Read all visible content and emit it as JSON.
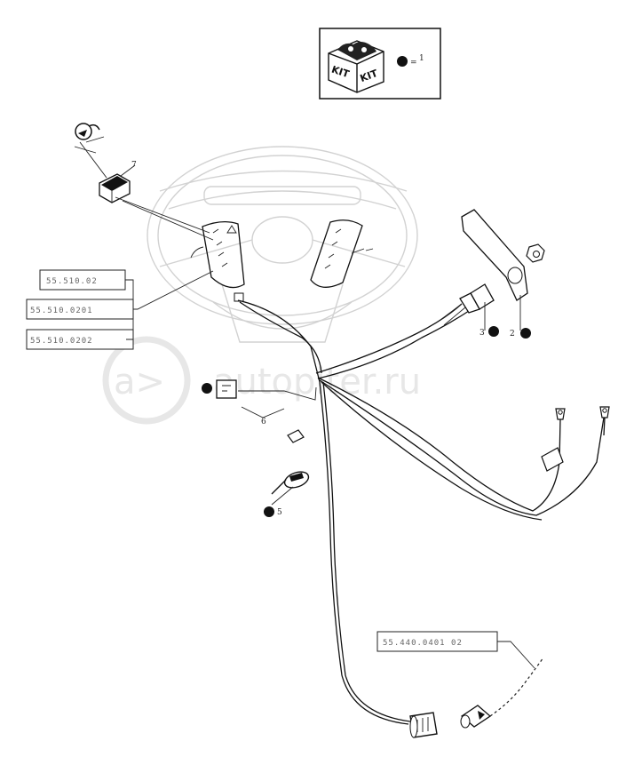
{
  "kit_box": {
    "label_left": "KIT",
    "label_right": "KIT",
    "equals": "=",
    "callout": "1"
  },
  "watermark": {
    "text": "autopiter.ru",
    "logo": "a>"
  },
  "refs": [
    {
      "id": "ref-1",
      "text": "55.510.02"
    },
    {
      "id": "ref-2",
      "text": "55.510.0201"
    },
    {
      "id": "ref-3",
      "text": "55.510.0202"
    },
    {
      "id": "ref-4",
      "text": "55.440.0401 02"
    }
  ],
  "callouts": {
    "switch": "7",
    "bracket": "2",
    "connector": "3",
    "relay": "6",
    "clip": "5"
  },
  "icons": [
    "kit-box-icon",
    "dot-marker-icon",
    "rotation-symbol-icon",
    "rocker-switch-icon",
    "steering-wheel-icon",
    "relay-icon",
    "cable-tie-icon",
    "plug-icon",
    "nut-icon",
    "ring-terminal-icon"
  ]
}
